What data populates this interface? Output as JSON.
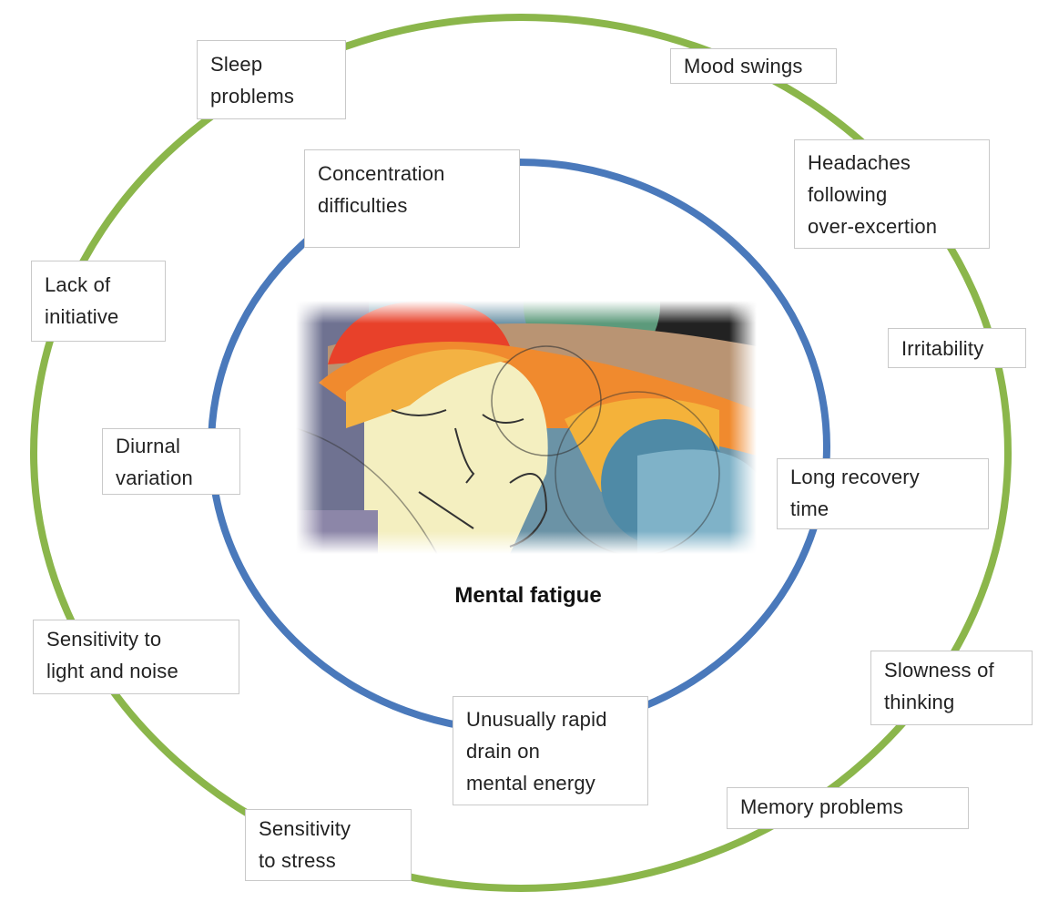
{
  "diagram": {
    "title": "Mental fatigue",
    "colors": {
      "outer_ring": "#8bb64b",
      "inner_ring": "#4a79bb",
      "box_border": "#c9c9c9"
    },
    "image": "abstract illustration of a tired woman resting her chin on her hand",
    "symptoms": {
      "sleep_problems": [
        "Sleep",
        "problems"
      ],
      "mood_swings": [
        "Mood swings"
      ],
      "concentration": [
        "Concentration",
        "difficulties"
      ],
      "headaches": [
        "Headaches",
        "following",
        "over-excertion"
      ],
      "lack_initiative": [
        "Lack of",
        "initiative"
      ],
      "irritability": [
        "Irritability"
      ],
      "diurnal": [
        "Diurnal",
        "variation"
      ],
      "long_recovery": [
        "Long recovery",
        "time"
      ],
      "light_noise": [
        "Sensitivity to",
        "light and noise"
      ],
      "slowness": [
        "Slowness of",
        "thinking"
      ],
      "rapid_drain": [
        "Unusually rapid",
        "drain on",
        "mental energy"
      ],
      "memory": [
        "Memory problems"
      ],
      "stress": [
        "Sensitivity",
        "to stress"
      ]
    }
  }
}
